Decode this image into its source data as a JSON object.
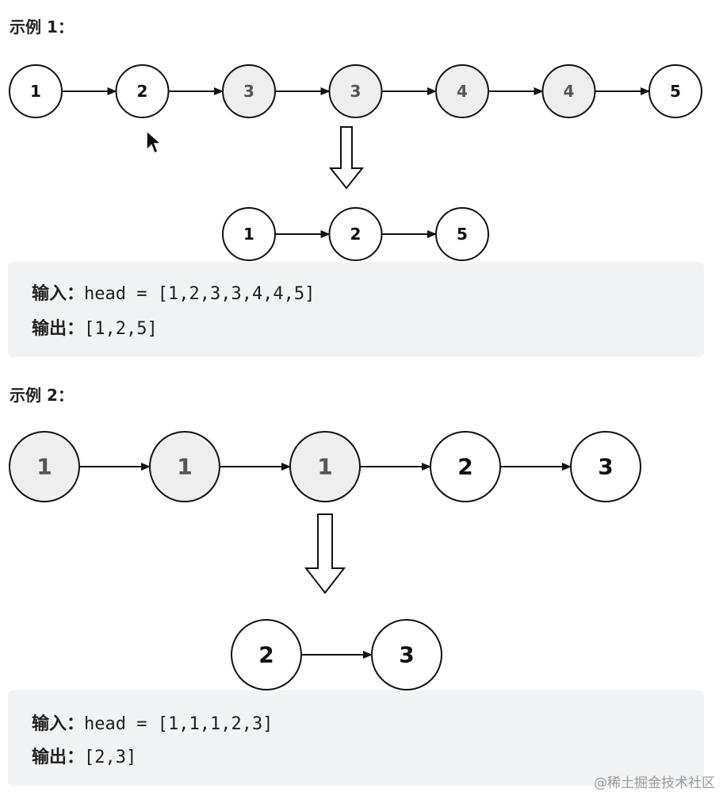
{
  "example1": {
    "heading": "示例 1：",
    "nodes": [
      "1",
      "2",
      "3",
      "3",
      "4",
      "4",
      "5"
    ],
    "highlighted": [
      false,
      false,
      true,
      true,
      true,
      true,
      false
    ],
    "result_nodes": [
      "1",
      "2",
      "5"
    ],
    "input_label": "输入：",
    "input_value": "head = [1,2,3,3,4,4,5]",
    "output_label": "输出：",
    "output_value": "[1,2,5]"
  },
  "example2": {
    "heading": "示例 2：",
    "nodes": [
      "1",
      "1",
      "1",
      "2",
      "3"
    ],
    "highlighted": [
      true,
      true,
      true,
      false,
      false
    ],
    "result_nodes": [
      "2",
      "3"
    ],
    "input_label": "输入：",
    "input_value": "head = [1,1,1,2,3]",
    "output_label": "输出：",
    "output_value": "[2,3]"
  },
  "colors": {
    "highlight_fill": "#eeeeee",
    "node_fill": "#ffffff",
    "stroke": "#111111",
    "code_bg": "#f2f3f5"
  },
  "icons": {
    "cursor": "mouse-pointer-icon"
  },
  "watermark": "@稀土掘金技术社区"
}
